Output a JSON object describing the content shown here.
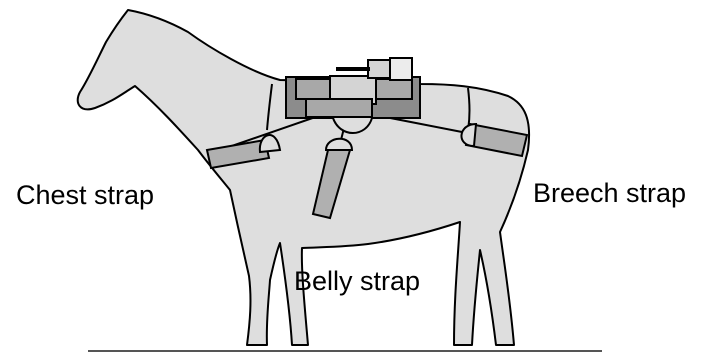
{
  "labels": {
    "chest_strap": "Chest strap",
    "breech_strap": "Breech strap",
    "belly_strap": "Belly strap"
  },
  "colors": {
    "body_fill": "#dedede",
    "outline": "#000000",
    "strap_fill": "#b0b0b0",
    "saddle_dark": "#8c8c8c",
    "saddle_mid": "#a8a8a8",
    "saddle_light": "#d4d4d4",
    "ground_line": "#555555"
  }
}
